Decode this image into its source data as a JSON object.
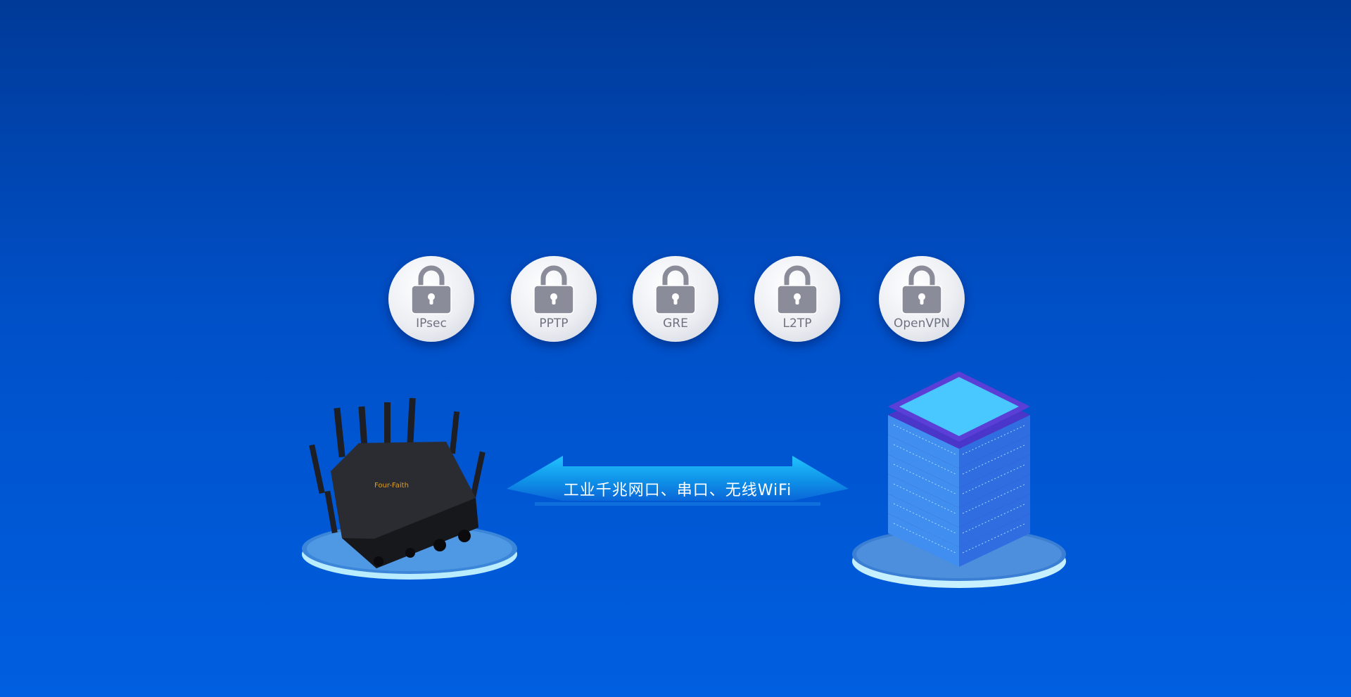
{
  "protocols": [
    {
      "label": "IPsec",
      "icon": "lock-icon"
    },
    {
      "label": "PPTP",
      "icon": "lock-icon"
    },
    {
      "label": "GRE",
      "icon": "lock-icon"
    },
    {
      "label": "L2TP",
      "icon": "lock-icon"
    },
    {
      "label": "OpenVPN",
      "icon": "lock-icon"
    }
  ],
  "link": {
    "label": "工业千兆网口、串口、无线WiFi"
  },
  "router": {
    "brand_logo": "Four-Faith"
  },
  "colors": {
    "bg_top": "#003a98",
    "bg_bottom": "#005fe0",
    "arrow": "#1aa8f0",
    "lock_body": "#8a8d99"
  }
}
